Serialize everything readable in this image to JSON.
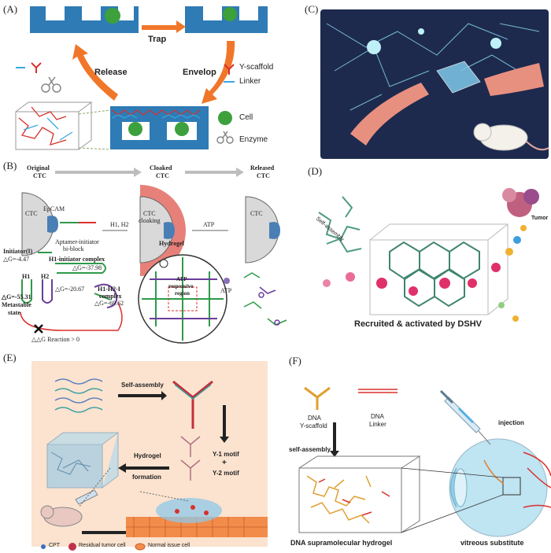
{
  "panel_a": {
    "label": "(A)",
    "trap": "Trap",
    "release": "Release",
    "envelop": "Envelop",
    "legend": {
      "y_scaffold": "Y-scaffold",
      "linker": "Linker",
      "cell": "Cell",
      "enzyme": "Enzyme"
    },
    "colors": {
      "substrate": "#2f7bb5",
      "arrow": "#f0772a",
      "scaffold": "#d9302c",
      "linker": "#3aa9e0",
      "cell": "#3ca03c"
    }
  },
  "panel_b": {
    "label": "(B)",
    "stages": [
      "Original\nCTC",
      "Cloaked\nCTC",
      "Released\nCTC"
    ],
    "stage_original": "Original",
    "stage_cloaked": "Cloaked",
    "stage_released": "Released",
    "ctc": "CTC",
    "epcam": "EpCAM",
    "h1h2": "H1, H2",
    "atp": "ATP",
    "aptamer_initiator": "Aptamer-initiator",
    "bi_block": "bi-block",
    "ctc_cloaking": "CTC\ncloaking",
    "ctc_word": "CTC",
    "cloaking_word": "cloaking",
    "hydrogel": "Hydrogel",
    "initiator": "Initiator(I)",
    "initiator_dg": "△G=-4.47",
    "h1_initiator_complex": "H1-initiator  complex",
    "h1_initiator_dg": "△G=-37.98",
    "h1": "H1",
    "h2": "H2",
    "h2_dg": "△G=-20.67",
    "meta_dg": "△G=-55.31",
    "metastable": "Metastable",
    "state": "state",
    "h1h2i_complex": "H1-H2-I",
    "complex": "complex",
    "h1h2i_dg": "△G=-69.62",
    "atp_responsive": "ATP",
    "responsive": "responsive",
    "region": "region",
    "reaction": "△△G Reaction > 0",
    "colors": {
      "cell": "#d9d9d9",
      "cloak": "#e8807a",
      "strand_green": "#2e9a4a",
      "strand_purple": "#6a3d9a",
      "strand_red": "#d9302c"
    }
  },
  "panel_c": {
    "label": "(C)",
    "colors": {
      "background": "#1d2a4e",
      "neuron": "#8fe0f0",
      "muscle": "#e89080"
    }
  },
  "panel_d": {
    "label": "(D)",
    "self_assembly": "Self-assembly",
    "tumor": "Tumor",
    "caption": "Recruited & activated by DSHV",
    "colors": {
      "scaffold": "#2e8a6a",
      "particle": "#e0306a"
    }
  },
  "panel_e": {
    "label": "(E)",
    "self_assembly": "Self-assembly",
    "y1_motif": "Y-1 motif",
    "plus": "+",
    "y2_motif": "Y-2 motif",
    "hydrogel": "Hydrogel",
    "formation": "formation",
    "legend": {
      "cpt": "CPT",
      "residual": "Residual tumor cell",
      "normal": "Normal issue cell"
    },
    "colors": {
      "background": "#fbe3cf",
      "tissue": "#f28c4a",
      "gel": "#8fc8e8"
    }
  },
  "panel_f": {
    "label": "(F)",
    "dna_y_scaffold_1": "DNA",
    "dna_y_scaffold_2": "Y-scaffold",
    "dna_linker_1": "DNA",
    "dna_linker_2": "Linker",
    "self_assembly": "self-assembly",
    "injection": "injection",
    "hydrogel": "DNA supramolecular hydrogel",
    "vitreous": "vitreous substitute",
    "colors": {
      "scaffold": "#e0a030",
      "linker": "#d9302c",
      "eye": "#bfe4f2"
    }
  }
}
